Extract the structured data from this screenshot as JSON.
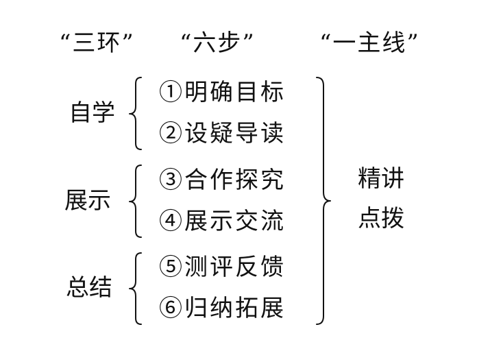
{
  "headers": {
    "rings": "“三环”",
    "steps": "“六步”",
    "mainline": "“一主线”"
  },
  "groups": [
    {
      "label": "自学",
      "steps": [
        "①明确目标",
        "②设疑导读"
      ]
    },
    {
      "label": "展示",
      "steps": [
        "③合作探究",
        "④展示交流"
      ]
    },
    {
      "label": "总结",
      "steps": [
        "⑤测评反馈",
        "⑥归纳拓展"
      ]
    }
  ],
  "mainline_text": {
    "line1": "精讲",
    "line2": "点拨"
  },
  "colors": {
    "ink": "#111111",
    "background": "#ffffff"
  }
}
